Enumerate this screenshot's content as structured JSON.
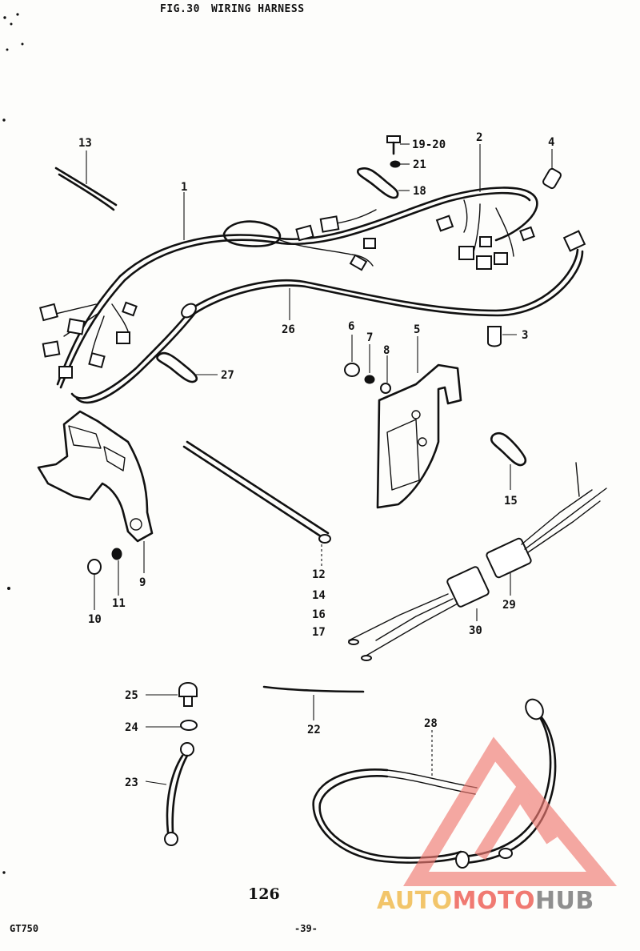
{
  "header": {
    "fig": "FIG.30",
    "title": "WIRING HARNESS"
  },
  "page_number": "126",
  "model_code": "GT750",
  "page_footer": "-39-",
  "watermark": {
    "part1": "AUTO",
    "part2": "MOTO",
    "part3": "HUB",
    "colors": [
      "#f2c56a",
      "#f07a72",
      "#8f8f8f"
    ]
  },
  "callouts": {
    "p1": "1",
    "p2": "2",
    "p3": "3",
    "p4": "4",
    "p5": "5",
    "p6": "6",
    "p7": "7",
    "p8": "8",
    "p9": "9",
    "p10": "10",
    "p11": "11",
    "p12": "12",
    "p13": "13",
    "p14": "14",
    "p15": "15",
    "p16": "16",
    "p17": "17",
    "p18": "18",
    "p19_20": "19-20",
    "p21": "21",
    "p22": "22",
    "p23": "23",
    "p24": "24",
    "p25": "25",
    "p26": "26",
    "p27": "27",
    "p28": "28",
    "p29": "29",
    "p30": "30"
  }
}
